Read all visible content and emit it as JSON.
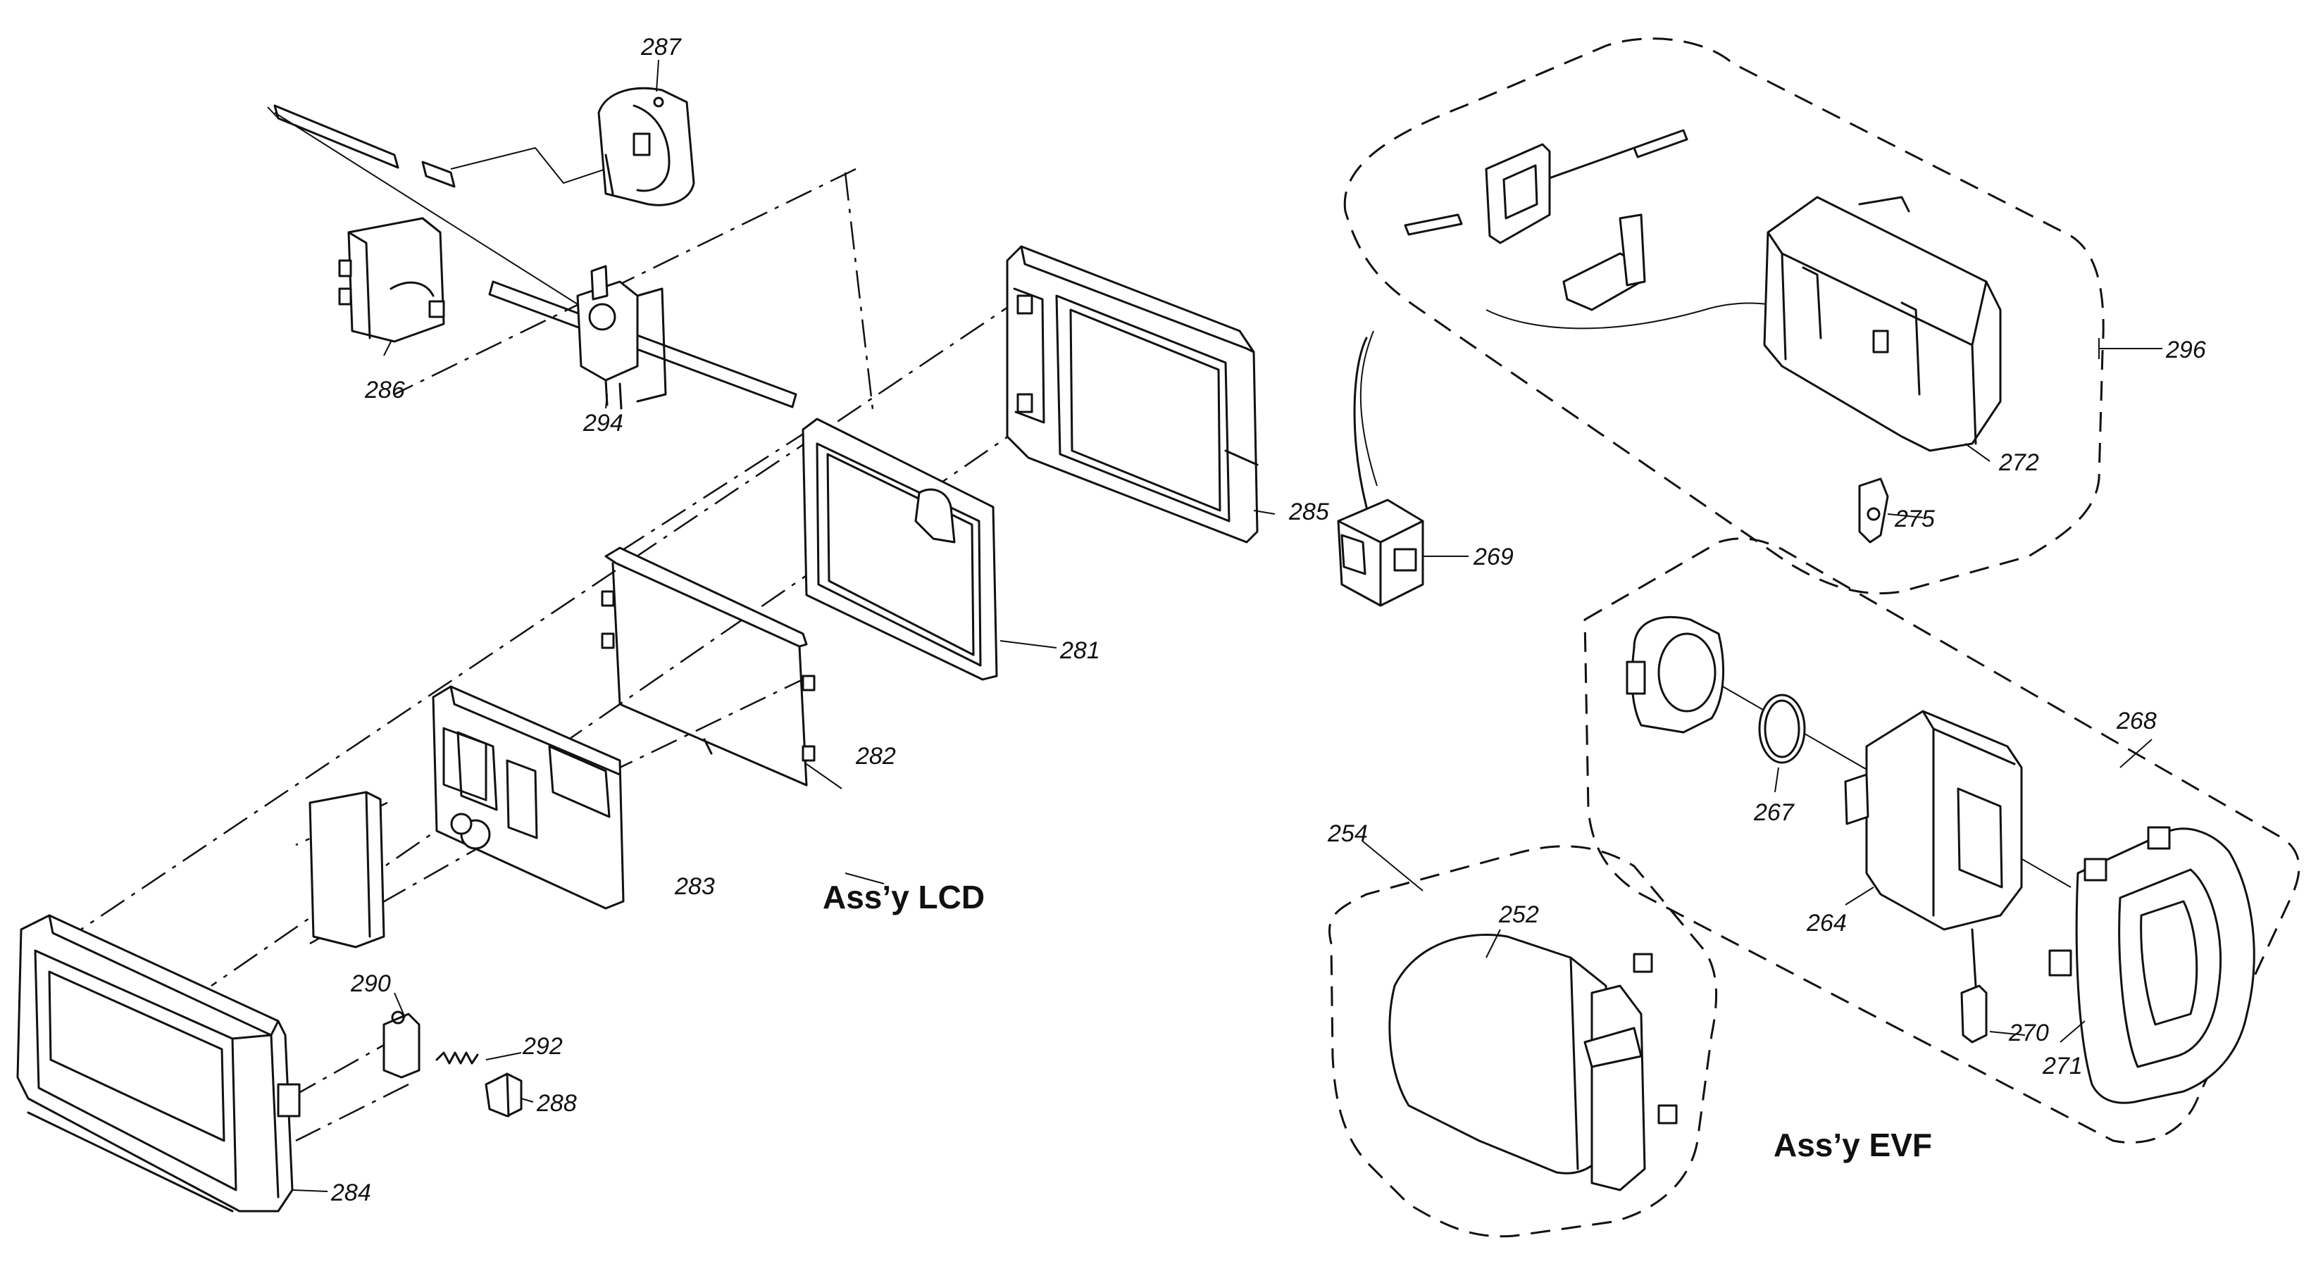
{
  "titles": {
    "lcd": "Ass’y LCD",
    "evf": "Ass’y EVF"
  },
  "labels": {
    "p287": "287",
    "p286": "286",
    "p294": "294",
    "p285": "285",
    "p281": "281",
    "p282": "282",
    "p283": "283",
    "p284": "284",
    "p290": "290",
    "p292": "292",
    "p288": "288",
    "p269": "269",
    "p296": "296",
    "p272": "272",
    "p275": "275",
    "p268": "268",
    "p267": "267",
    "p264": "264",
    "p270": "270",
    "p271": "271",
    "p254": "254",
    "p252": "252"
  }
}
